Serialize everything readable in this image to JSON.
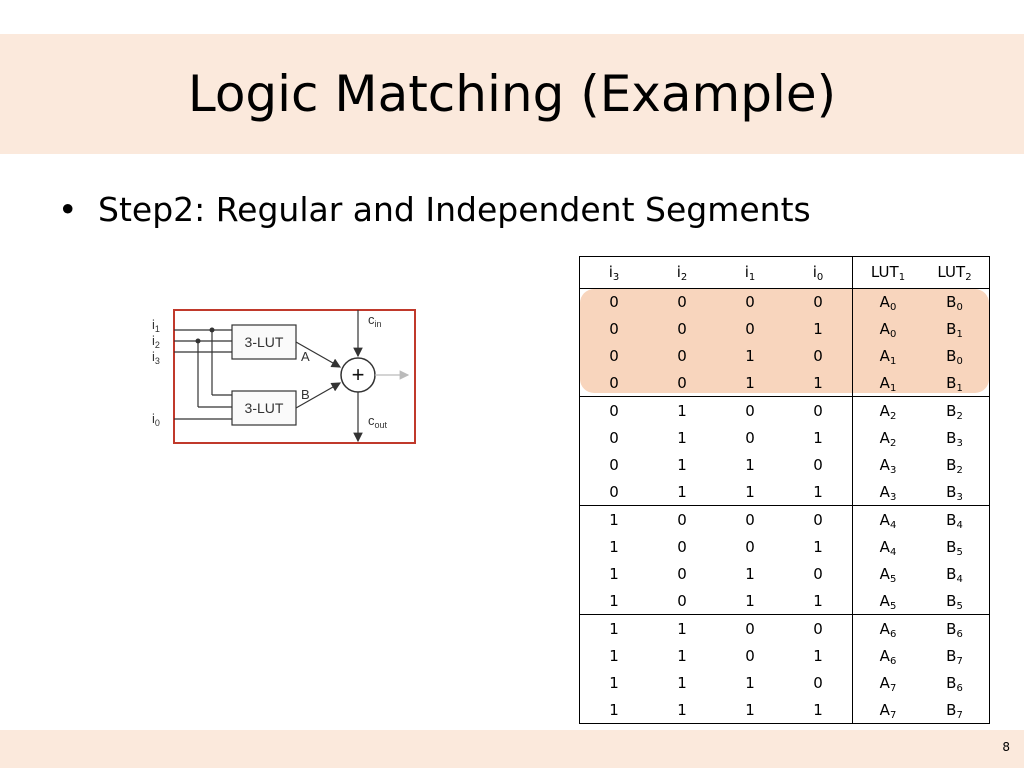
{
  "slide": {
    "title": "Logic Matching (Example)",
    "bullet": "Step2: Regular and Independent Segments",
    "page_number": "8"
  },
  "diagram": {
    "lut_top_label": "3-LUT",
    "lut_bottom_label": "3-LUT",
    "output_a": "A",
    "output_b": "B",
    "input_labels": [
      "i",
      "i",
      "i",
      "i"
    ],
    "input_subs": [
      "1",
      "2",
      "3",
      "0"
    ],
    "cin_main": "c",
    "cin_sub": "in",
    "cout_main": "c",
    "cout_sub": "out",
    "adder_symbol": "+",
    "border_color": "#c0392b"
  },
  "table": {
    "headers": [
      {
        "main": "i",
        "sub": "3"
      },
      {
        "main": "i",
        "sub": "2"
      },
      {
        "main": "i",
        "sub": "1"
      },
      {
        "main": "i",
        "sub": "0"
      },
      {
        "main": "LUT",
        "sub": "1"
      },
      {
        "main": "LUT",
        "sub": "2"
      }
    ],
    "highlight_color": "#f8d5bd",
    "rows": [
      {
        "i3": "0",
        "i2": "0",
        "i1": "0",
        "i0": "0",
        "a": "0",
        "b": "0"
      },
      {
        "i3": "0",
        "i2": "0",
        "i1": "0",
        "i0": "1",
        "a": "0",
        "b": "1"
      },
      {
        "i3": "0",
        "i2": "0",
        "i1": "1",
        "i0": "0",
        "a": "1",
        "b": "0"
      },
      {
        "i3": "0",
        "i2": "0",
        "i1": "1",
        "i0": "1",
        "a": "1",
        "b": "1"
      },
      {
        "i3": "0",
        "i2": "1",
        "i1": "0",
        "i0": "0",
        "a": "2",
        "b": "2"
      },
      {
        "i3": "0",
        "i2": "1",
        "i1": "0",
        "i0": "1",
        "a": "2",
        "b": "3"
      },
      {
        "i3": "0",
        "i2": "1",
        "i1": "1",
        "i0": "0",
        "a": "3",
        "b": "2"
      },
      {
        "i3": "0",
        "i2": "1",
        "i1": "1",
        "i0": "1",
        "a": "3",
        "b": "3"
      },
      {
        "i3": "1",
        "i2": "0",
        "i1": "0",
        "i0": "0",
        "a": "4",
        "b": "4"
      },
      {
        "i3": "1",
        "i2": "0",
        "i1": "0",
        "i0": "1",
        "a": "4",
        "b": "5"
      },
      {
        "i3": "1",
        "i2": "0",
        "i1": "1",
        "i0": "0",
        "a": "5",
        "b": "4"
      },
      {
        "i3": "1",
        "i2": "0",
        "i1": "1",
        "i0": "1",
        "a": "5",
        "b": "5"
      },
      {
        "i3": "1",
        "i2": "1",
        "i1": "0",
        "i0": "0",
        "a": "6",
        "b": "6"
      },
      {
        "i3": "1",
        "i2": "1",
        "i1": "0",
        "i0": "1",
        "a": "6",
        "b": "7"
      },
      {
        "i3": "1",
        "i2": "1",
        "i1": "1",
        "i0": "0",
        "a": "7",
        "b": "6"
      },
      {
        "i3": "1",
        "i2": "1",
        "i1": "1",
        "i0": "1",
        "a": "7",
        "b": "7"
      }
    ],
    "a_prefix": "A",
    "b_prefix": "B"
  }
}
